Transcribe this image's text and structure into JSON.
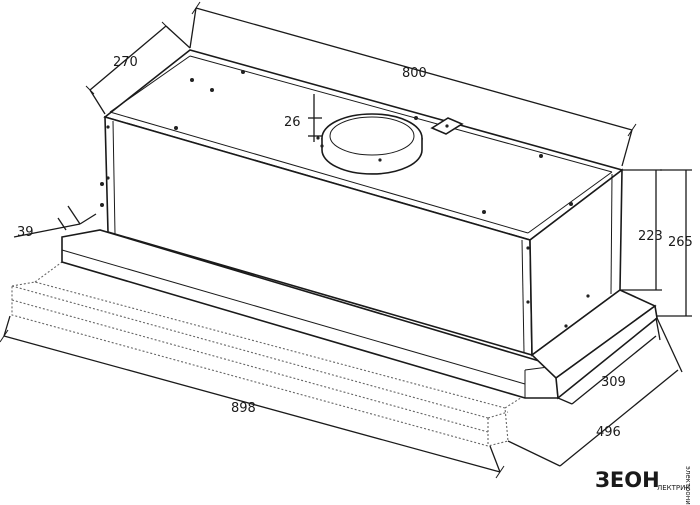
{
  "dimensions": {
    "total_width": "800",
    "depth": "270",
    "duct_height": "26",
    "panel_thickness": "39",
    "body_height": "223",
    "total_height": "265",
    "body_depth": "309",
    "extended_depth": "496",
    "extended_width": "898"
  },
  "watermark": {
    "brand": "ЗЕОН",
    "tagline": "ЛЕКТРИК",
    "sub": "электроника"
  },
  "colors": {
    "line": "#1a1a1a",
    "dashed": "#666666",
    "background": "#ffffff"
  }
}
